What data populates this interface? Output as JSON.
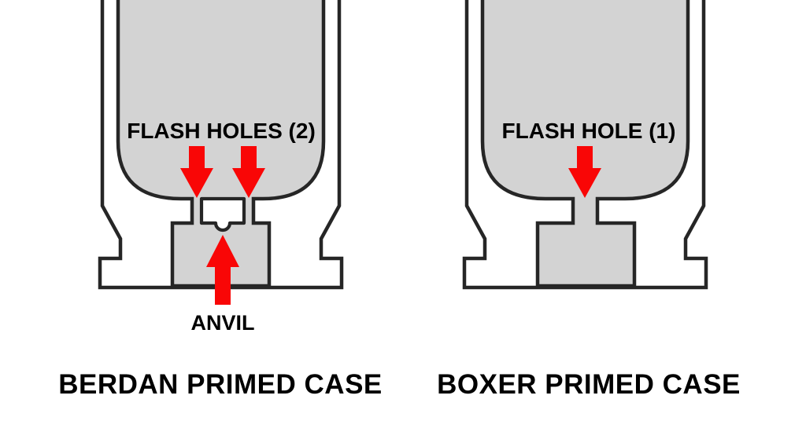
{
  "colors": {
    "background": "#ffffff",
    "case_fill": "#d3d3d3",
    "outline": "#262626",
    "arrow_red": "#f90606",
    "label_text": "#000000"
  },
  "diagram": {
    "left_case": {
      "flash_holes_label": "FLASH HOLES (2)",
      "flash_hole_count": 2,
      "anvil_label": "ANVIL",
      "caption": "BERDAN PRIMED CASE"
    },
    "right_case": {
      "flash_hole_label": "FLASH HOLE (1)",
      "flash_hole_count": 1,
      "caption": "BOXER PRIMED CASE"
    }
  }
}
